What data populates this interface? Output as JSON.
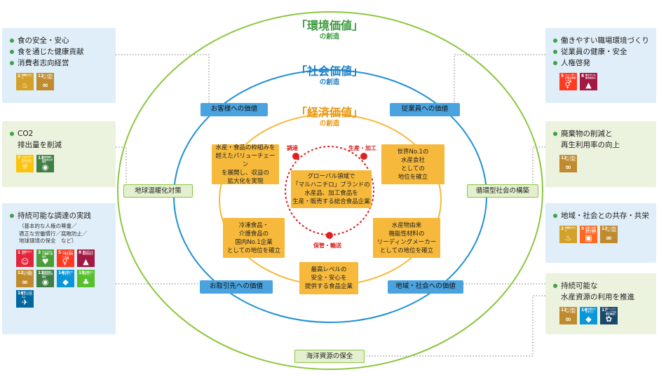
{
  "colors": {
    "outer_ring": "#8cc63f",
    "middle_ring": "#1e90d6",
    "inner_ring": "#f6b93b",
    "cycle": "#e02020",
    "tag_blue": "#4aa3df",
    "panel_blue": "#dfeef9",
    "panel_green": "#ebf2dd"
  },
  "titles": {
    "env_main": "「環境価値」",
    "env_sub": "の創造",
    "soc_main": "「社会価値」",
    "soc_sub": "の創造",
    "eco_main": "「経済価値」",
    "eco_sub": "の創造"
  },
  "blue_tags": {
    "customers": "お客様への価値",
    "employees": "従業員への価値",
    "partners": "お取引先への価値",
    "community": "地域・社会への価値"
  },
  "green_tags": {
    "warming": "地球温暖化対策",
    "circular": "循環型社会の構築",
    "ocean": "海洋資源の保全"
  },
  "economic_boxes": {
    "top_left": "水産・食品の枠組みを\n超えたバリューチェーン\nを展開し、収益の\n拡大化を実現",
    "top_right": "世界No.1の\n水産会社\nとしての\n地位を確立",
    "bottom_left": "冷凍食品・\n介護食品の\n国内No.1企業\nとしての地位を確立",
    "bottom_right": "水産物由来\n機能性材料の\nリーディングメーカー\nとしての地位を確立",
    "bottom": "最高レベルの\n安全・安心を\n提供する食品企業"
  },
  "center": {
    "text": "グローバル領域で\n「マルハニチロ」ブランドの\n水産品、加工食品を\n生産・販売する総合食品企業"
  },
  "cycle_nodes": {
    "procure": "調達",
    "produce": "生産・加工",
    "distribute": "保管・輸送"
  },
  "panels": {
    "p1": {
      "items": [
        "食の安全・安心",
        "食を通じた健康貢献",
        "消費者志向経営"
      ],
      "sdgs": [
        {
          "num": "2",
          "title": "飢餓をゼロに",
          "color": "#d3a029",
          "icon": "bowl-icon"
        },
        {
          "num": "12",
          "title": "つくる責任 つかう責任",
          "color": "#bf8b2e",
          "icon": "infinity-icon"
        }
      ]
    },
    "p2": {
      "items": [
        "CO2\n排出量を削減"
      ],
      "sdgs": [
        {
          "num": "7",
          "title": "エネルギーをみんなに そしてクリーンに",
          "color": "#fcc30b",
          "icon": "sun-icon"
        },
        {
          "num": "13",
          "title": "気候変動に具体的な対策を",
          "color": "#3f7e44",
          "icon": "eye-globe-icon"
        }
      ]
    },
    "p3": {
      "items": [
        "持続可能な調達の実践"
      ],
      "note": "（基本的な人権の尊重／\n適正な労働慣行／腐敗防止／\n地球環境の保全　など）",
      "sdgs": [
        {
          "num": "1",
          "title": "貧困をなくそう",
          "color": "#e5243b",
          "icon": "family-icon"
        },
        {
          "num": "3",
          "title": "すべての人に健康と福祉を",
          "color": "#4c9f38",
          "icon": "heartbeat-icon"
        },
        {
          "num": "5",
          "title": "ジェンダー平等を実現しよう",
          "color": "#ff3a21",
          "icon": "gender-icon"
        },
        {
          "num": "8",
          "title": "働きがいも経済成長も",
          "color": "#a21942",
          "icon": "chart-icon"
        },
        {
          "num": "12",
          "title": "つくる責任 つかう責任",
          "color": "#bf8b2e",
          "icon": "infinity-icon"
        },
        {
          "num": "13",
          "title": "気候変動に具体的な対策を",
          "color": "#3f7e44",
          "icon": "eye-globe-icon"
        },
        {
          "num": "14",
          "title": "海の豊かさを守ろう",
          "color": "#0a97d9",
          "icon": "fish-icon"
        },
        {
          "num": "15",
          "title": "陸の豊かさも守ろう",
          "color": "#56c02b",
          "icon": "tree-icon"
        },
        {
          "num": "16",
          "title": "平和と公正をすべての人に",
          "color": "#00689d",
          "icon": "dove-icon"
        }
      ]
    },
    "p4": {
      "items": [
        "働きやすい職場環境づくり",
        "従業員の健康・安全",
        "人権啓発"
      ],
      "sdgs": [
        {
          "num": "5",
          "title": "ジェンダー平等を実現しよう",
          "color": "#ff3a21",
          "icon": "gender-icon"
        },
        {
          "num": "8",
          "title": "働きがいも経済成長も",
          "color": "#a21942",
          "icon": "chart-icon"
        }
      ]
    },
    "p5": {
      "items": [
        "廃棄物の削減と\n再生利用率の向上"
      ],
      "sdgs": [
        {
          "num": "12",
          "title": "つくる責任 つかう責任",
          "color": "#bf8b2e",
          "icon": "infinity-icon"
        }
      ]
    },
    "p6": {
      "items": [
        "地域・社会との共存・共栄"
      ],
      "sdgs": [
        {
          "num": "2",
          "title": "飢餓をゼロに",
          "color": "#d3a029",
          "icon": "bowl-icon"
        },
        {
          "num": "9",
          "title": "産業と技術革新の基盤をつくろう",
          "color": "#fd6925",
          "icon": "cubes-icon"
        },
        {
          "num": "12",
          "title": "つくる責任 つかう責任",
          "color": "#bf8b2e",
          "icon": "infinity-icon"
        }
      ]
    },
    "p7": {
      "items": [
        "持続可能な\n水産資源の利用を推進"
      ],
      "sdgs": [
        {
          "num": "12",
          "title": "つくる責任 つかう責任",
          "color": "#bf8b2e",
          "icon": "infinity-icon"
        },
        {
          "num": "14",
          "title": "海の豊かさを守ろう",
          "color": "#0a97d9",
          "icon": "fish-icon"
        },
        {
          "num": "17",
          "title": "パートナーシップで目標を達成しよう",
          "color": "#19486a",
          "icon": "flower-icon"
        }
      ]
    }
  }
}
